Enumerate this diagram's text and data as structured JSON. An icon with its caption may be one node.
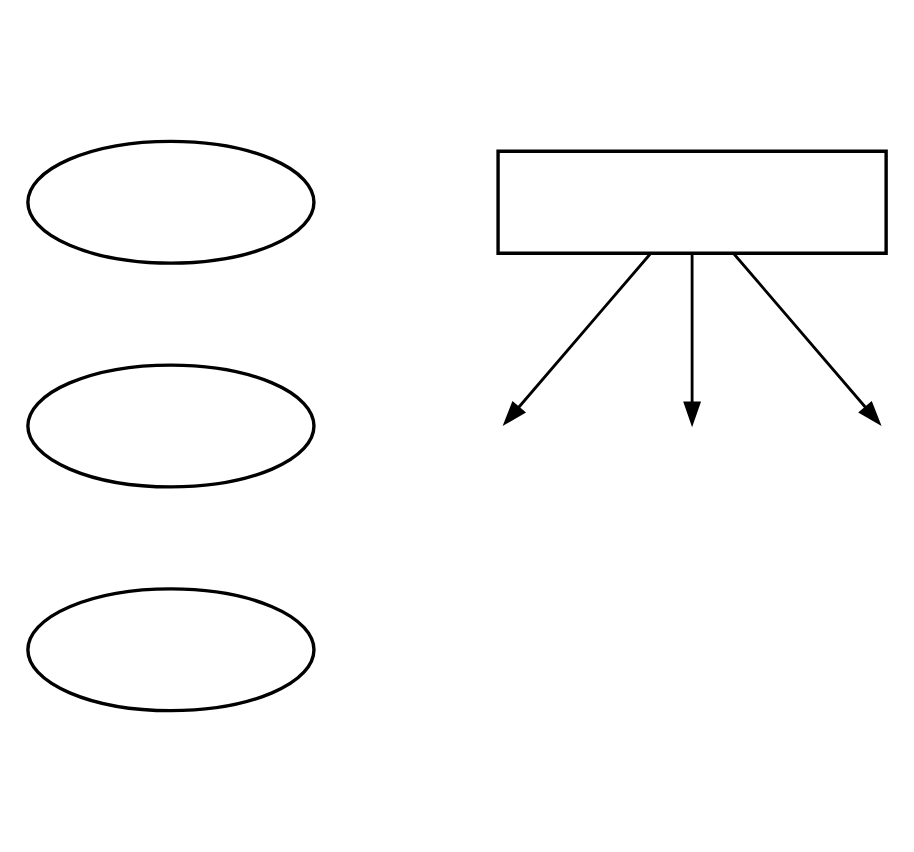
{
  "diagram": {
    "nodes": [
      {
        "text": [],
        "shape": "ellipse"
      },
      {
        "text": [],
        "shape": "box"
      },
      {
        "text": [],
        "shape": "ellipse"
      },
      {
        "text": [],
        "shape": "ellipse"
      }
    ],
    "edges": [
      {
        "from": 1,
        "to": null,
        "arrow": "to"
      },
      {
        "from": 1,
        "to": null,
        "arrow": "to"
      },
      {
        "from": 1,
        "to": null,
        "arrow": "to"
      }
    ]
  }
}
